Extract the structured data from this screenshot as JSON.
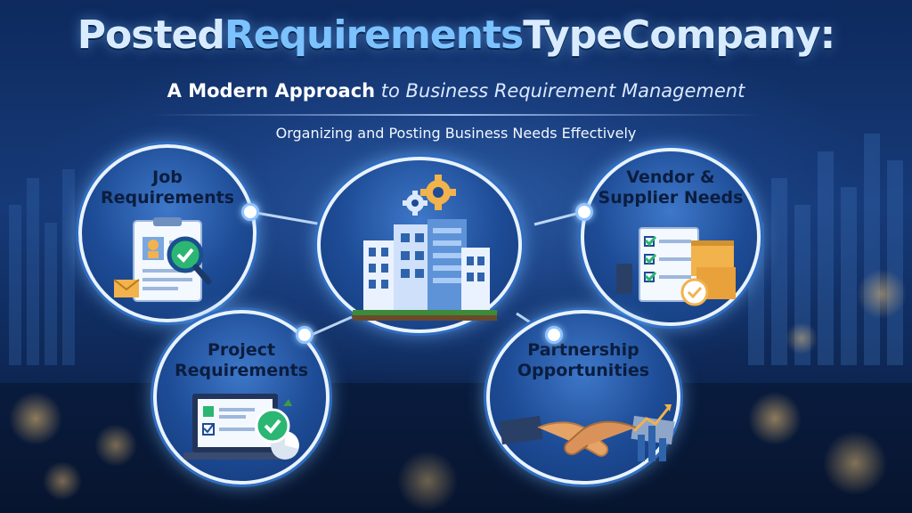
{
  "title": {
    "part1": "Posted",
    "part2": "Requirements",
    "part3": "TypeCompany:"
  },
  "subtitle": {
    "bold": "A Modern Approach",
    "rest": " to Business Requirement Management"
  },
  "tagline": "Organizing and Posting Business Needs Effectively",
  "nodes": {
    "job": {
      "line1": "Job",
      "line2": "Requirements",
      "icon": "job-document-icon"
    },
    "vendor": {
      "line1": "Vendor &",
      "line2": "Supplier Needs",
      "icon": "checklist-boxes-icon"
    },
    "project": {
      "line1": "Project",
      "line2": "Requirements",
      "icon": "laptop-checklist-icon"
    },
    "partnership": {
      "line1": "Partnership",
      "line2": "Opportunities",
      "icon": "handshake-icon"
    },
    "center": {
      "icon": "office-buildings-gears-icon"
    }
  },
  "colors": {
    "accent_blue": "#7cc2ff",
    "check_green": "#2bb673",
    "gold": "#f2b24c",
    "deep_navy": "#0b1d3f"
  }
}
